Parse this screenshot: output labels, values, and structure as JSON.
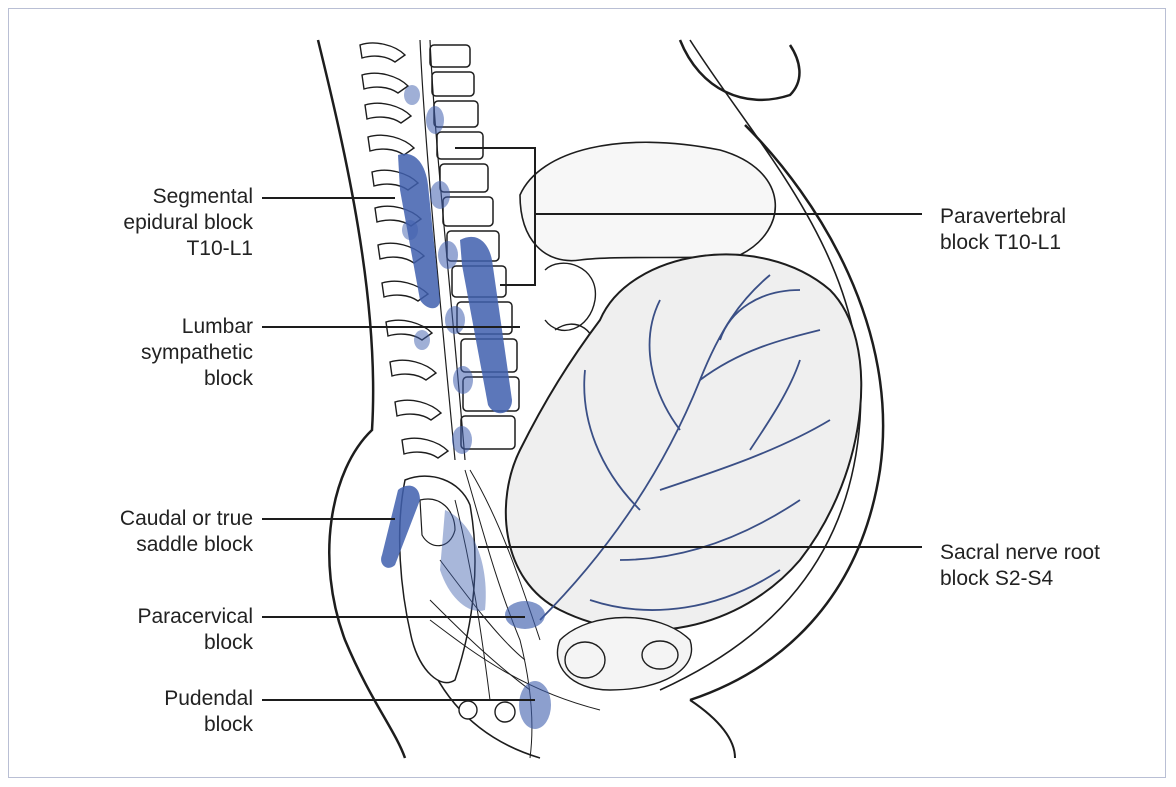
{
  "labels": {
    "segmental": "Segmental\nepidural block\nT10-L1",
    "lumbar": "Lumbar\nsympathetic\nblock",
    "caudal": "Caudal or true\nsaddle block",
    "paracervical": "Paracervical\nblock",
    "pudendal": "Pudendal\nblock",
    "paravertebral": "Paravertebral\nblock T10-L1",
    "sacral": "Sacral nerve root\nblock S2-S4"
  },
  "colors": {
    "block_blue": "#3f5fae",
    "line": "#1d1d1d",
    "uterus_fill": "#efefef",
    "vessel": "#3a4f86"
  }
}
